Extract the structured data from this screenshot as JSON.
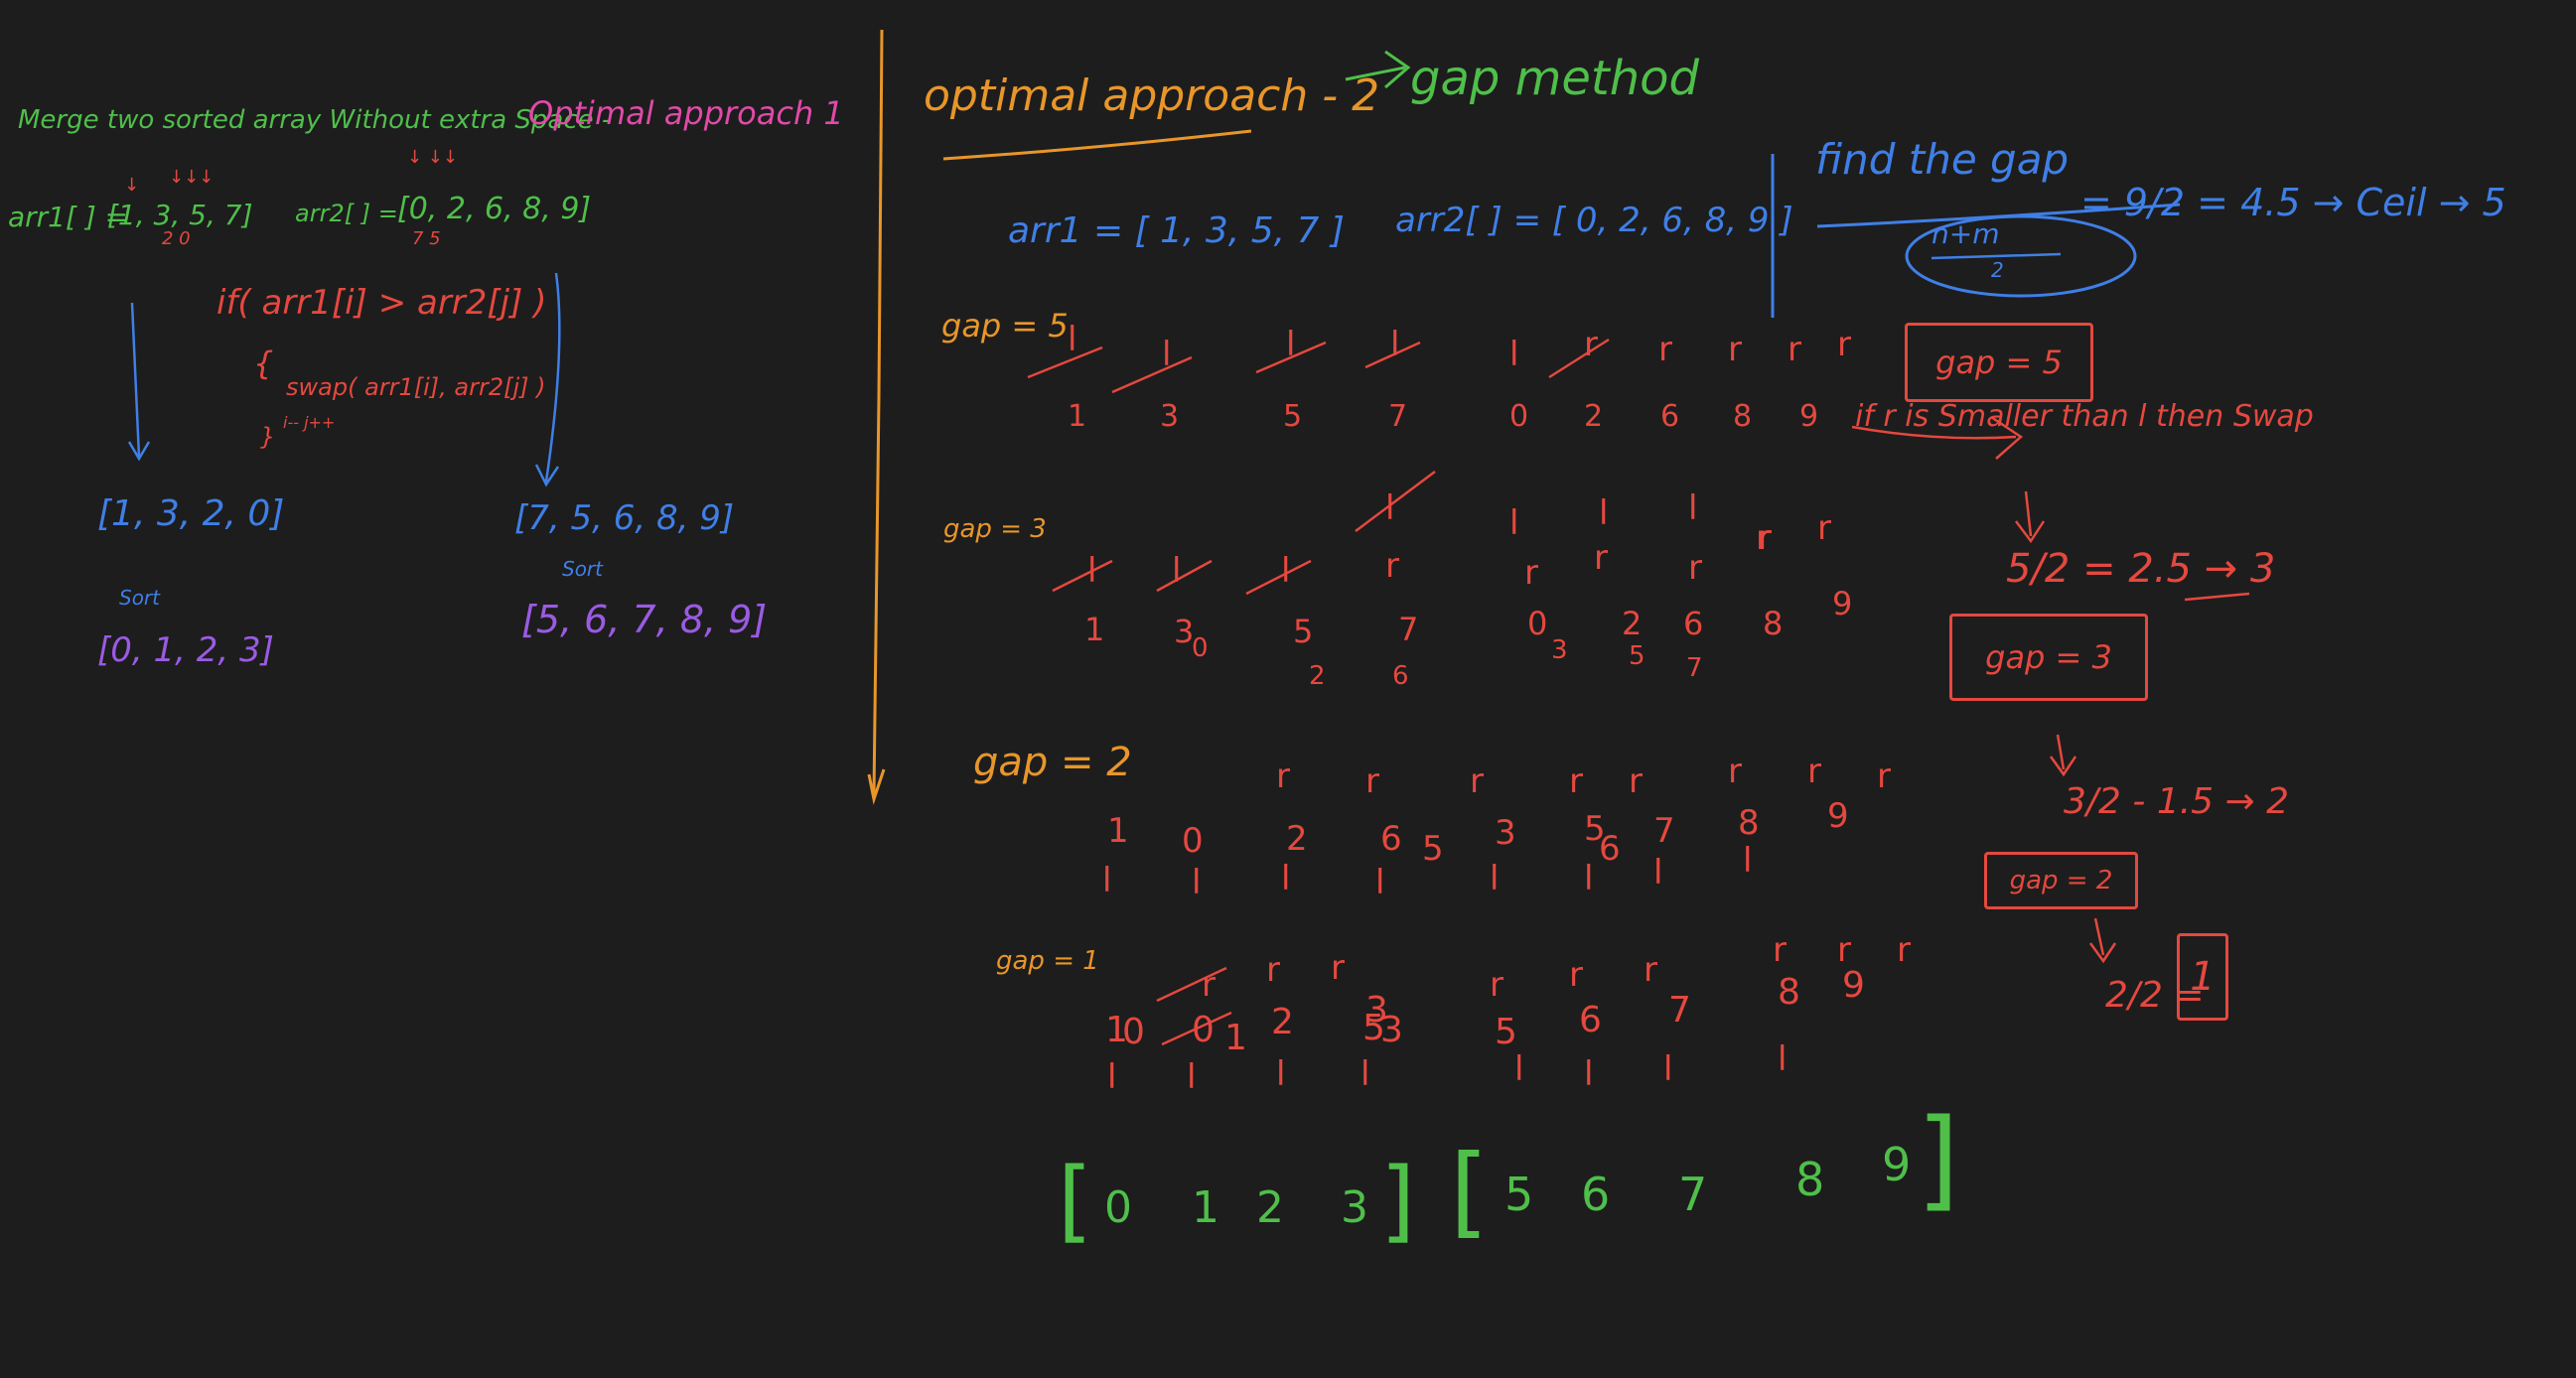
{
  "colors": {
    "background": "#1d1d1d",
    "green": "#4fbf4a",
    "pink": "#e04aa8",
    "red": "#e5483f",
    "blue": "#3f7fe6",
    "orange": "#e8962a",
    "purple": "#9a5be3",
    "gray": "#e0e0e0"
  },
  "left": {
    "title_part1": "Merge two sorted array Without extra Space -",
    "title_part2": "Optimal approach 1",
    "arr1_label": "arr1[ ] = ",
    "arr1_value": "[1, 3, 5, 7]",
    "arr1_under": "2  0",
    "arr2_label": "arr2[ ] = ",
    "arr2_value": "[0, 2, 6, 8, 9]",
    "arr2_under": "7  5",
    "code_if": "if( arr1[i] > arr2[j] )",
    "code_brace_open": "{",
    "code_swap": "swap( arr1[i], arr2[j] )",
    "code_brace_close": "}",
    "code_incr": "i--   j++",
    "left_after": "[1, 3, 2, 0]",
    "left_sort": "Sort",
    "left_sorted": "[0, 1, 2, 3]",
    "right_after": "[7, 5, 6, 8, 9]",
    "right_sort": "Sort",
    "right_sorted": "[5, 6, 7, 8, 9]"
  },
  "right": {
    "title": "optimal approach - 2",
    "arrow": "→",
    "gap_title": "gap method",
    "arr1": "arr1 = [ 1,  3,  5,  7 ]",
    "arr2": "arr2[ ] = [ 0, 2, 6, 8, 9 ]",
    "find_gap": "find the gap",
    "fraction_num": "n+m",
    "fraction_den": "2",
    "calc": "= 9/2 = 4.5 → Ceil → 5",
    "gap5_box": "gap = 5",
    "gap5_label": "gap = 5",
    "swap_rule": "if  r is Smaller than  l  then Swap",
    "step2": "5/2 = 2.5 → 3",
    "gap3_box": "gap = 3",
    "gap3_label": "gap = 3",
    "step3": "3/2 - 1.5 → 2",
    "gap2_box": "gap = 2",
    "gap2_label": "gap = 2",
    "step4": "2/2 =",
    "step4_result": "1",
    "gap1_label": "gap = 1",
    "row_gap5": [
      "1",
      "3",
      "5",
      "7",
      "0",
      "2",
      "6",
      "8",
      "9"
    ],
    "row_gap3": [
      "1",
      "3",
      "5",
      "7",
      "0",
      "2",
      "6",
      "8",
      "9"
    ],
    "row_gap3_sub": [
      "0",
      "2",
      "6",
      "3",
      "5",
      "7"
    ],
    "row_gap2": [
      "1",
      "0",
      "2",
      "6",
      "5",
      "3",
      "5",
      "6",
      "7",
      "8",
      "9"
    ],
    "row_gap1": [
      "1",
      "0",
      "0",
      "1",
      "2",
      "5",
      "3",
      "3",
      "5",
      "6",
      "7",
      "8",
      "9"
    ],
    "final_left": [
      "0",
      "1",
      "2",
      "3"
    ],
    "final_right": [
      "5",
      "6",
      "7",
      "8",
      "9"
    ],
    "mark_l": "l",
    "mark_r": "r"
  }
}
